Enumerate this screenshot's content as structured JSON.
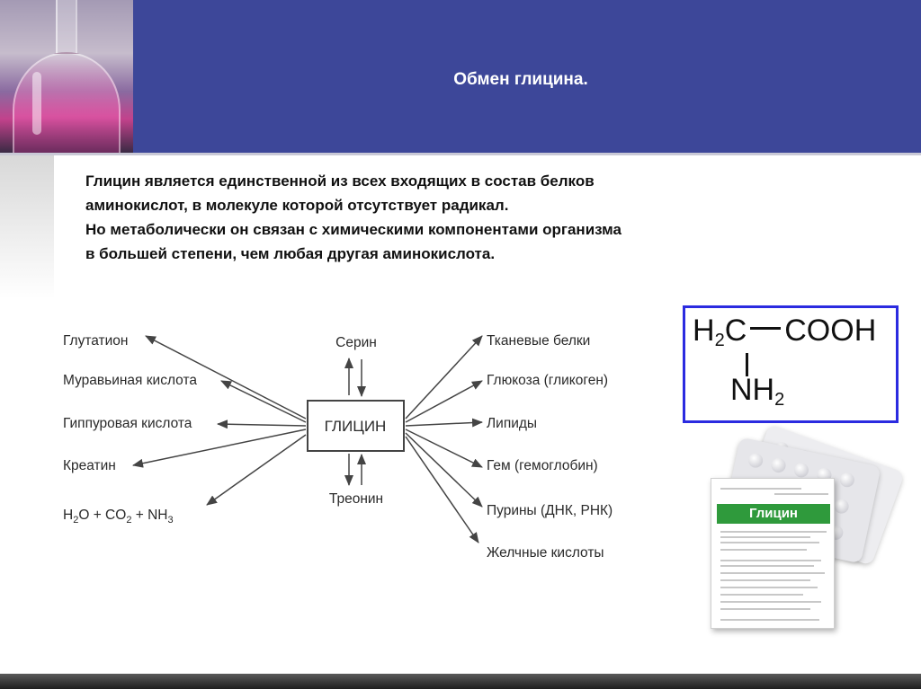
{
  "slide": {
    "title": "Обмен глицина."
  },
  "intro": {
    "lines": [
      "Глицин является единственной из всех входящих в  состав белков",
      "аминокислот, в молекуле которой отсутствует радикал.",
      "Но метаболически он связан с химическими компонентами организма",
      "в большей степени, чем любая другая аминокислота."
    ]
  },
  "diagram": {
    "center": "ГЛИЦИН",
    "top": "Серин",
    "bottom": "Треонин",
    "left_products": [
      "Глутатион",
      "Муравьиная кислота",
      "Гиппуровая кислота",
      "Креатин"
    ],
    "left_last": {
      "h": "H",
      "two": "2",
      "o": "O + CO",
      "nh": " + NH",
      "three": "3"
    },
    "right_products": [
      "Тканевые белки",
      "Глюкоза (гликоген)",
      "Липиды",
      "Гем  (гемоглобин)",
      "Пурины  (ДНК,  РНК)",
      "Желчные  кислоты"
    ]
  },
  "formula": {
    "h": "H",
    "two": "2",
    "c": "C",
    "cooh": "COOH",
    "nh": "NH",
    "nh_sub": "2"
  },
  "package": {
    "brand": "Глицин",
    "pill_color": "#d2d2d8",
    "brand_color": "#2f9a3c"
  },
  "colors": {
    "header": "#3d4799",
    "formula_border": "#2b2be0"
  }
}
